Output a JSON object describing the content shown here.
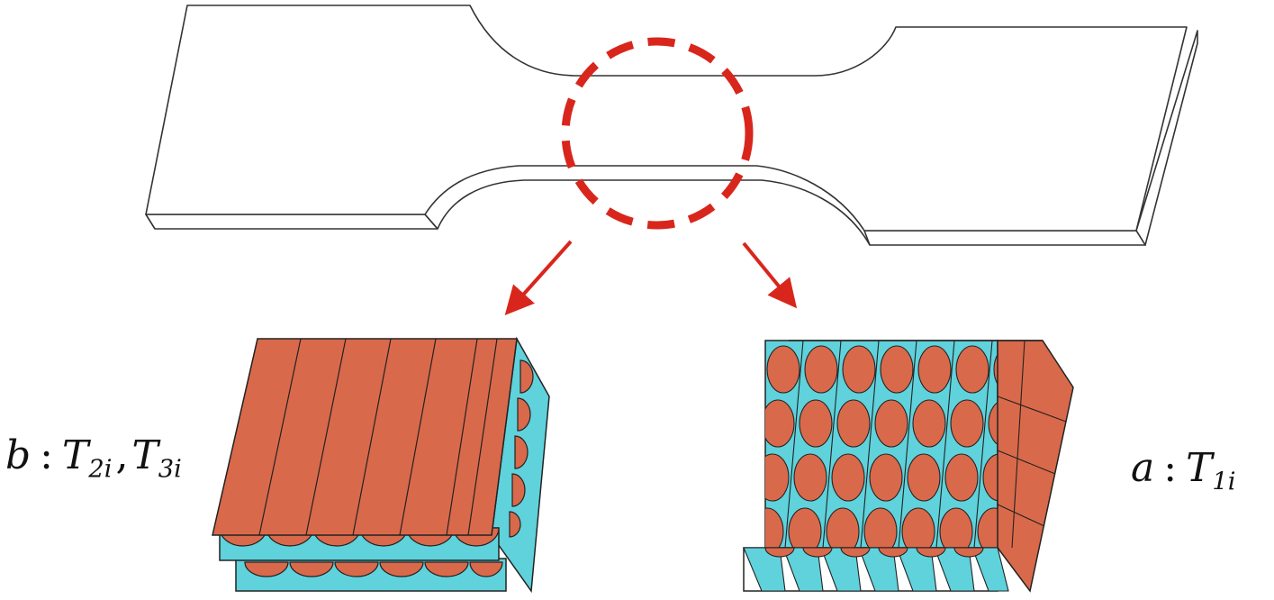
{
  "labels": {
    "b": {
      "var": "b",
      "sep": ":",
      "t1": "T",
      "s1": "2i",
      "comma": ",",
      "t2": "T",
      "s2": "3i"
    },
    "a": {
      "var": "a",
      "sep": ":",
      "t1": "T",
      "s1": "1i"
    }
  },
  "colors": {
    "fiber": "#d9694b",
    "matrix": "#5fd2dc",
    "highlight": "#d9261c",
    "outline": "#222222"
  }
}
